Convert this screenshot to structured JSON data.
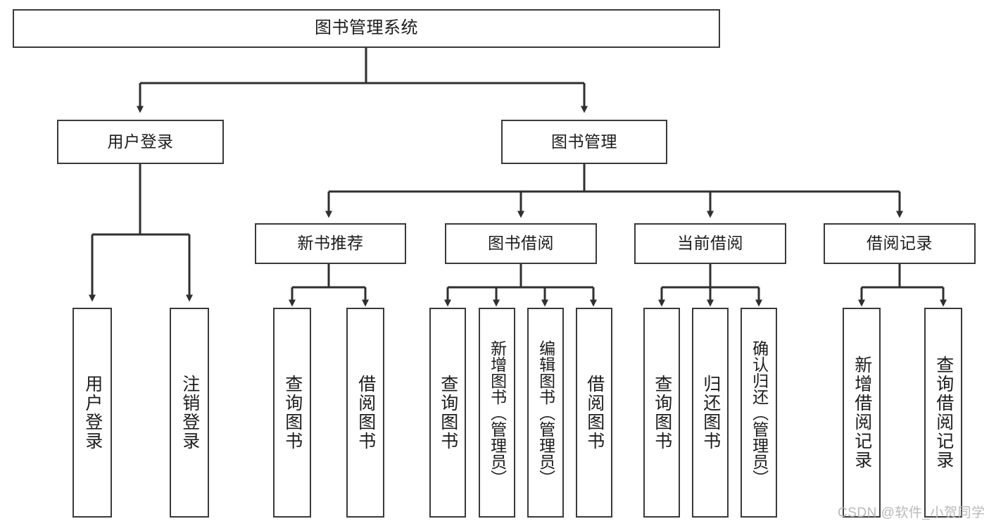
{
  "diagram": {
    "title": "图书管理系统",
    "type": "tree",
    "background": "#ffffff",
    "line_color": "#3a3a3a",
    "text_color": "#1c1c1c",
    "watermark": "CSDN @软件_小贺同学",
    "levels": {
      "root": {
        "label": "图书管理系统"
      },
      "level2": [
        {
          "label": "用户登录"
        },
        {
          "label": "图书管理"
        }
      ],
      "level3": [
        {
          "label": "新书推荐"
        },
        {
          "label": "图书借阅"
        },
        {
          "label": "当前借阅"
        },
        {
          "label": "借阅记录"
        }
      ],
      "leaves_user_login": [
        {
          "label": "用户登录"
        },
        {
          "label": "注销登录"
        }
      ],
      "leaves_new_book": [
        {
          "label": "查询图书"
        },
        {
          "label": "借阅图书"
        }
      ],
      "leaves_borrow": [
        {
          "label": "查询图书"
        },
        {
          "label": "新增图书（管理员）"
        },
        {
          "label": "编辑图书（管理员）"
        },
        {
          "label": "借阅图书"
        }
      ],
      "leaves_current": [
        {
          "label": "查询图书"
        },
        {
          "label": "归还图书"
        },
        {
          "label": "确认归还（管理员）"
        }
      ],
      "leaves_records": [
        {
          "label": "新增借阅记录"
        },
        {
          "label": "查询借阅记录"
        }
      ]
    }
  }
}
